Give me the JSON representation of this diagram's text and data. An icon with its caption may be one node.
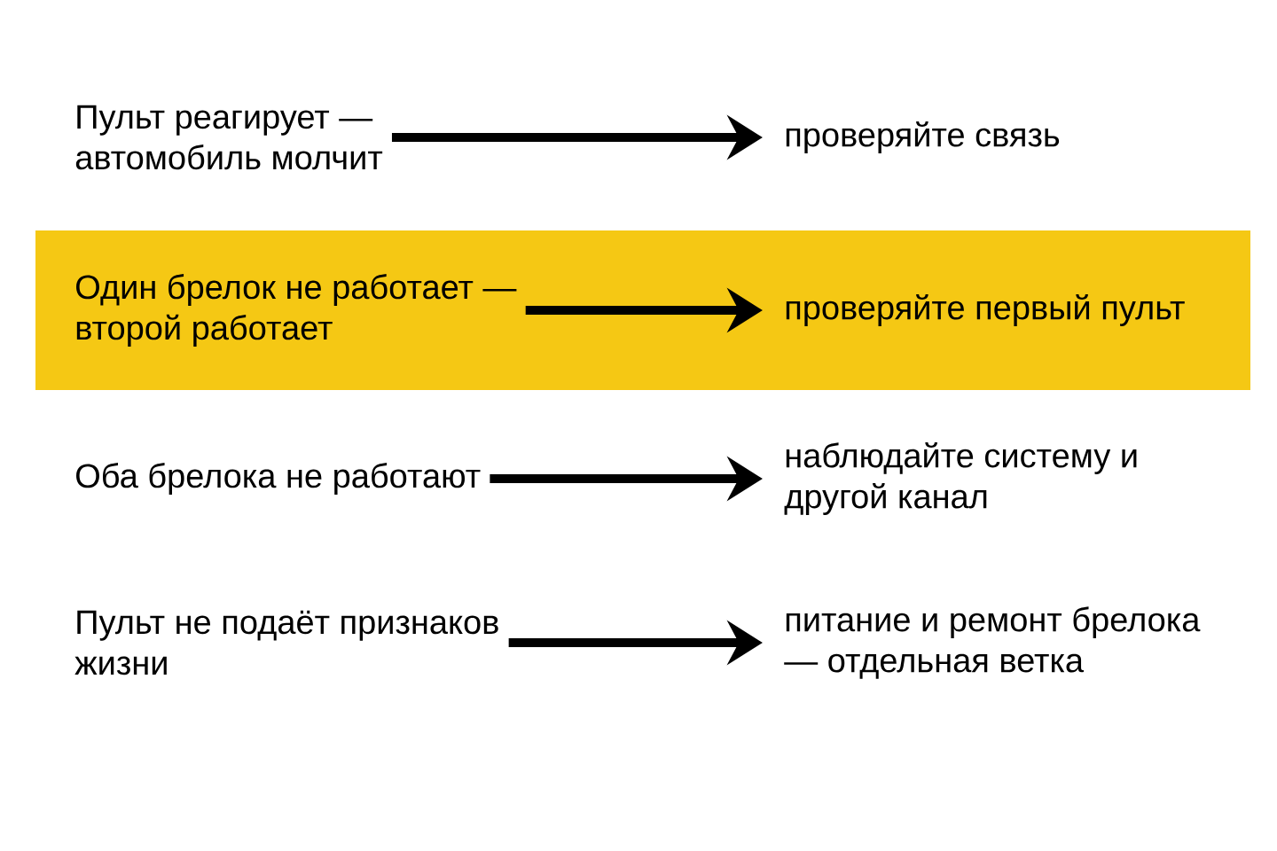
{
  "diagram": {
    "nodes": [
      {
        "text": [
          "Пульт реагирует — автомобиль молчит"
        ]
      },
      {
        "text": [
          "проверяйте связь"
        ]
      },
      {
        "text": [],
        "shape": "band"
      },
      {
        "text": [
          "Один брелок не работает — второй работает"
        ],
        "in": 2
      },
      {
        "text": [
          "проверяйте первый пульт"
        ],
        "in": 2
      },
      {
        "text": [
          "Оба брелока не работают"
        ]
      },
      {
        "text": [
          "наблюдайте систему и другой канал"
        ]
      },
      {
        "text": [
          "Пульт не подаёт признаков жизни"
        ]
      },
      {
        "text": [
          "питание и ремонт брелока — отдельная ветка"
        ]
      }
    ],
    "edges": [
      {
        "from": 0,
        "to": 1,
        "arrow": "to"
      },
      {
        "from": 3,
        "to": 4,
        "arrow": "to"
      },
      {
        "from": 5,
        "to": 6,
        "arrow": "to"
      },
      {
        "from": 7,
        "to": 8,
        "arrow": "to"
      }
    ]
  }
}
